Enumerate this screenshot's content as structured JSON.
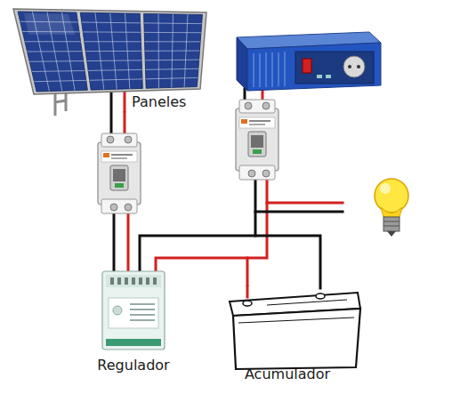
{
  "diagram": {
    "nodes": [
      {
        "text": [
          "Paneles"
        ]
      },
      {
        "text": [
          "Regulador"
        ]
      },
      {
        "text": [
          "Acumulador"
        ]
      }
    ],
    "edges": [
      {
        "from": 0,
        "to": 1,
        "arrow": "none"
      },
      {
        "from": 1,
        "to": 2,
        "arrow": "none"
      }
    ]
  }
}
